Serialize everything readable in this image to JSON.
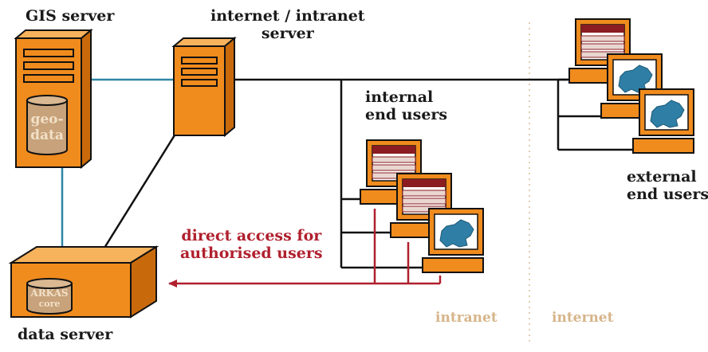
{
  "colors": {
    "orange": "#f08b1d",
    "orange_dark": "#c86a0c",
    "teal_line": "#2f86a6",
    "red_arrow": "#b0202e",
    "map_blue": "#2f7ea6",
    "db_tan": "#c7a27a",
    "db_text": "#f2e0c7",
    "zone_text": "#d6b58a",
    "dotted_divider": "#e2cfb2"
  },
  "labels": {
    "gis_server": "GIS server",
    "internet_server_line1": "internet / intranet",
    "internet_server_line2": "server",
    "internal_users_line1": "internal",
    "internal_users_line2": "end users",
    "external_users_line1": "external",
    "external_users_line2": "end users",
    "direct_access_line1": "direct access for",
    "direct_access_line2": "authorised users",
    "data_server": "data server",
    "intranet": "intranet",
    "internet": "internet"
  },
  "db_labels": {
    "geodata_line1": "geo-",
    "geodata_line2": "data",
    "arkas_line1": "ARKAS",
    "arkas_line2": "core"
  }
}
